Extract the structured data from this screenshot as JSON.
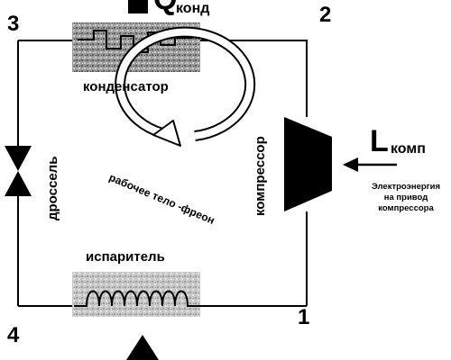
{
  "corners": {
    "c1": "1",
    "c2": "2",
    "c3": "3",
    "c4": "4"
  },
  "labels": {
    "condenser": "конденсатор",
    "evaporator": "испаритель",
    "compressor": "компрессор",
    "throttle": "дроссель",
    "working_body": "рабочее тело -фреон"
  },
  "heat_out": {
    "symbol": "Q",
    "subscript": "конд"
  },
  "work_in": {
    "symbol": "L",
    "subscript": "комп"
  },
  "power_note": [
    "Электроэнергия",
    "на привод",
    "компрессора"
  ],
  "colors": {
    "line": "#000000",
    "component_fill": "#8a8a8a",
    "background": "#ffffff"
  }
}
